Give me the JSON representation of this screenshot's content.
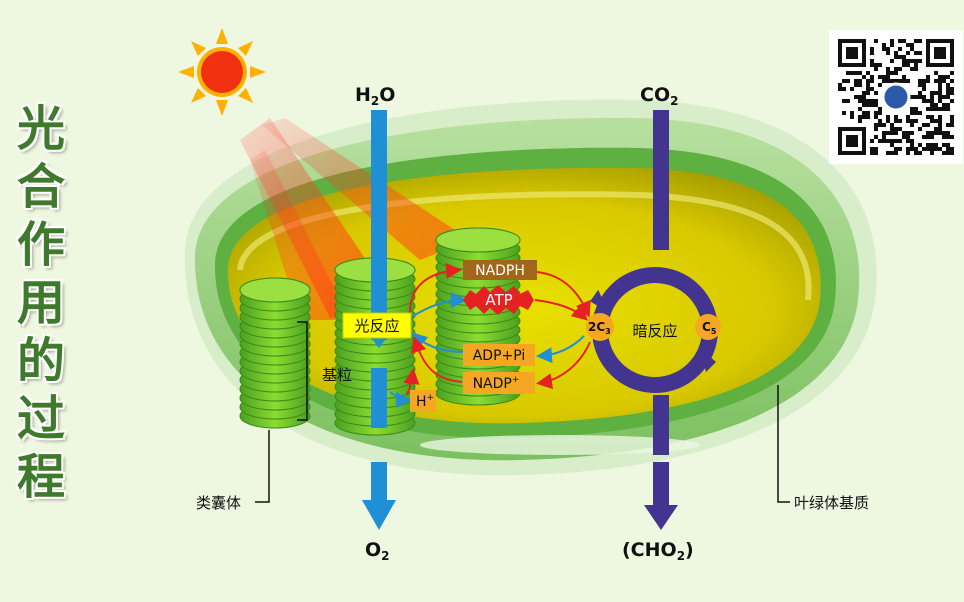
{
  "title_chars": [
    "光",
    "合",
    "作",
    "用",
    "的",
    "过",
    "程"
  ],
  "labels": {
    "h2o": "H",
    "h2o_sub": "2",
    "h2o_tail": "O",
    "co2": "CO",
    "co2_sub": "2",
    "o2": "O",
    "o2_sub": "2",
    "cho2": "(CHO",
    "cho2_sub": "2",
    "cho2_tail": ")",
    "light_reaction": "光反应",
    "dark_reaction": "暗反应",
    "nadph": "NADPH",
    "atp": "ATP",
    "adp_pi": "ADP+Pi",
    "nadp": "NADP",
    "nadp_sup": "+",
    "h_plus": "H",
    "h_plus_sup": "+",
    "c3": "2C",
    "c3_sub": "3",
    "c5": "C",
    "c5_sub": "5",
    "grana": "基粒",
    "thylakoid": "类囊体",
    "stroma": "叶绿体基质"
  },
  "colors": {
    "background": "#eef7e0",
    "title": "#3f7a2c",
    "water_arrow": "#1f8fd6",
    "co2_arrow": "#433490",
    "label_yellow": "#ffff00",
    "label_orange": "#f5a623",
    "atp_red": "#e52222",
    "nadph_brown": "#a0661a"
  }
}
